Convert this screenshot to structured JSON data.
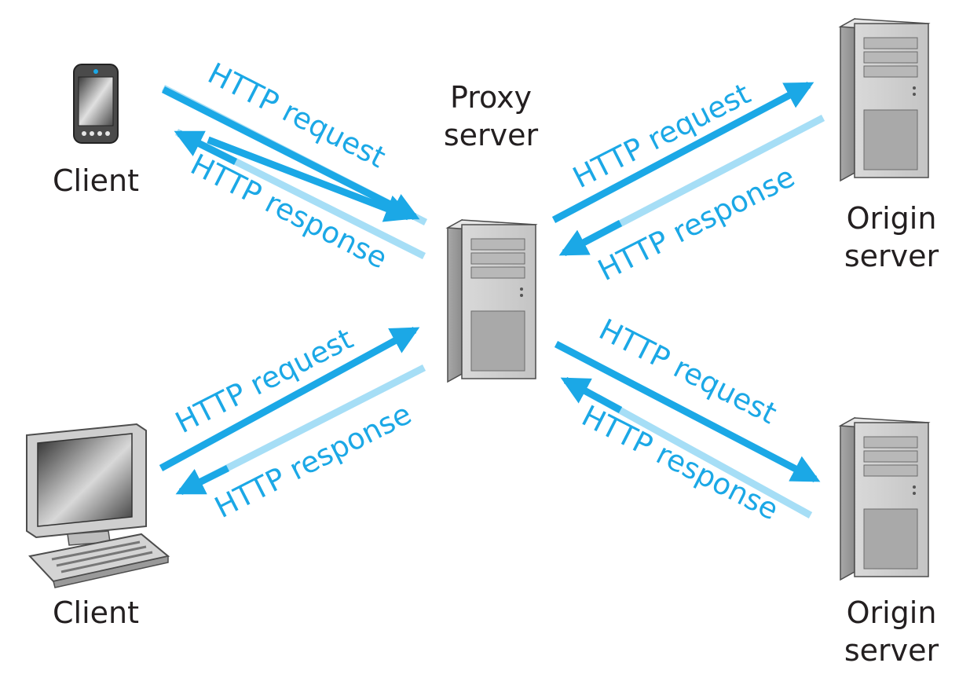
{
  "nodes": {
    "client_top": {
      "label": "Client",
      "icon": "smartphone-icon"
    },
    "client_bottom": {
      "label": "Client",
      "icon": "desktop-computer-icon"
    },
    "proxy": {
      "label_line1": "Proxy",
      "label_line2": "server",
      "icon": "server-tower-icon"
    },
    "origin_top": {
      "label_line1": "Origin",
      "label_line2": "server",
      "icon": "server-tower-icon"
    },
    "origin_bottom": {
      "label_line1": "Origin",
      "label_line2": "server",
      "icon": "server-tower-icon"
    }
  },
  "flows": {
    "top_left_request": "HTTP request",
    "top_left_response": "HTTP response",
    "bottom_left_request": "HTTP request",
    "bottom_left_response": "HTTP response",
    "top_right_request": "HTTP request",
    "top_right_response": "HTTP response",
    "bottom_right_request": "HTTP request",
    "bottom_right_response": "HTTP response"
  },
  "colors": {
    "arrow_dark": "#1ba8e6",
    "arrow_light": "#a6def6",
    "text": "#231f20"
  }
}
